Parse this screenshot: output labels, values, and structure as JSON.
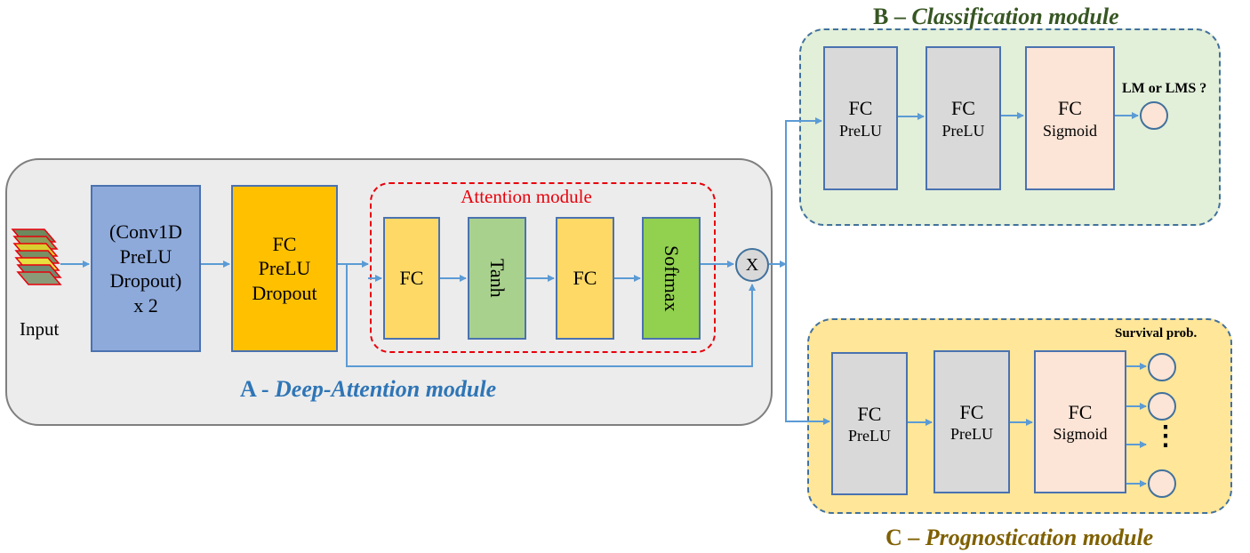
{
  "input_label": "Input",
  "module_a": {
    "prefix": "A - ",
    "name": "Deep-Attention module",
    "conv_block": [
      "(Conv1D",
      "PreLU",
      "Dropout)",
      "x 2"
    ],
    "fc_block": [
      "FC",
      "PreLU",
      "Dropout"
    ],
    "attention": {
      "title": "Attention module",
      "fc1": "FC",
      "tanh": "Tanh",
      "fc2": "FC",
      "softmax": "Softmax"
    },
    "multiply": "X"
  },
  "module_b": {
    "prefix": "B – ",
    "name": "Classification module",
    "fc1": [
      "FC",
      "PreLU"
    ],
    "fc2": [
      "FC",
      "PreLU"
    ],
    "fc3": [
      "FC",
      "Sigmoid"
    ],
    "output_label": "LM or LMS ?"
  },
  "module_c": {
    "prefix": "C – ",
    "name": "Prognostication module",
    "fc1": [
      "FC",
      "PreLU"
    ],
    "fc2": [
      "FC",
      "PreLU"
    ],
    "fc3": [
      "FC",
      "Sigmoid"
    ],
    "output_label": "Survival prob.",
    "ellipsis": "⋮"
  },
  "colors": {
    "conv": "#8eaadb",
    "fc_orange": "#ffc000",
    "fc_yellow": "#ffd966",
    "tanh": "#a9d18e",
    "softmax": "#92d050",
    "gray_fc": "#d9d9d9",
    "sigmoid": "#fce4d6",
    "arrow": "#5b9bd5",
    "title_a": "#2e75b6",
    "title_b": "#375623",
    "title_c": "#7f6000"
  }
}
